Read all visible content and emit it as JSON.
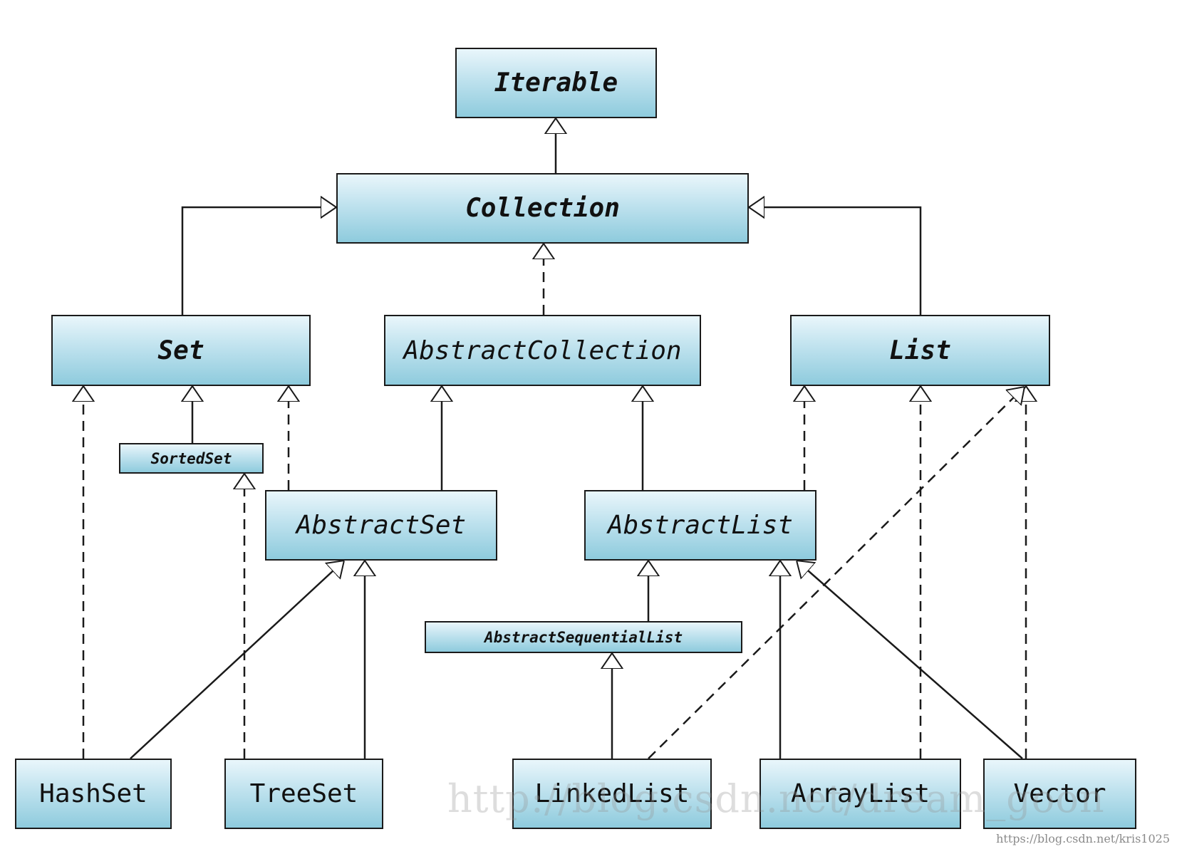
{
  "nodes": {
    "iterable": "Iterable",
    "collection": "Collection",
    "set": "Set",
    "abstract_collection": "AbstractCollection",
    "list": "List",
    "sorted_set": "SortedSet",
    "abstract_set": "AbstractSet",
    "abstract_list": "AbstractList",
    "abstract_sequential_list": "AbstractSequentialList",
    "hash_set": "HashSet",
    "tree_set": "TreeSet",
    "linked_list": "LinkedList",
    "array_list": "ArrayList",
    "vector": "Vector"
  },
  "watermark": "http://blog.csdn.net/dream_goon",
  "credit": "https://blog.csdn.net/kris1025",
  "colors": {
    "box_top": "#e9f6fb",
    "box_bottom": "#8ecbdd",
    "stroke": "#1a1a1a"
  }
}
